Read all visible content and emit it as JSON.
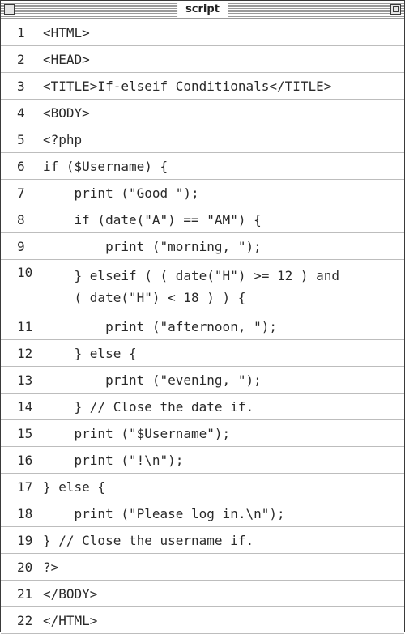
{
  "window": {
    "title": "script"
  },
  "code": {
    "lines": [
      {
        "num": "1",
        "text": "<HTML>"
      },
      {
        "num": "2",
        "text": "<HEAD>"
      },
      {
        "num": "3",
        "text": "<TITLE>If-elseif Conditionals</TITLE>"
      },
      {
        "num": "4",
        "text": "<BODY>"
      },
      {
        "num": "5",
        "text": "<?php"
      },
      {
        "num": "6",
        "text": "if ($Username) {"
      },
      {
        "num": "7",
        "text": "    print (\"Good \");"
      },
      {
        "num": "8",
        "text": "    if (date(\"A\") == \"AM\") {"
      },
      {
        "num": "9",
        "text": "        print (\"morning, \");"
      },
      {
        "num": "10",
        "text": "    } elseif ( ( date(\"H\") >= 12 ) and\n    ( date(\"H\") < 18 ) ) {"
      },
      {
        "num": "11",
        "text": "        print (\"afternoon, \");"
      },
      {
        "num": "12",
        "text": "    } else {"
      },
      {
        "num": "13",
        "text": "        print (\"evening, \");"
      },
      {
        "num": "14",
        "text": "    } // Close the date if."
      },
      {
        "num": "15",
        "text": "    print (\"$Username\");"
      },
      {
        "num": "16",
        "text": "    print (\"!\\n\");"
      },
      {
        "num": "17",
        "text": "} else {"
      },
      {
        "num": "18",
        "text": "    print (\"Please log in.\\n\");"
      },
      {
        "num": "19",
        "text": "} // Close the username if."
      },
      {
        "num": "20",
        "text": "?>"
      },
      {
        "num": "21",
        "text": "</BODY>"
      },
      {
        "num": "22",
        "text": "</HTML>"
      }
    ]
  }
}
